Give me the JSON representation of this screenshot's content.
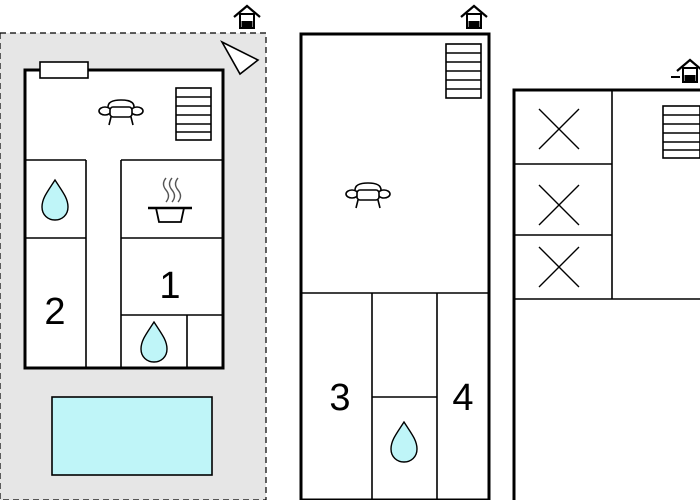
{
  "colors": {
    "wall": "#000000",
    "background": "#ffffff",
    "plot": "#e6e6e6",
    "pool": "#bff5f8",
    "water": "#bff5f8"
  },
  "icons": {
    "entrance": "house-entrance-icon",
    "stairs": "stairs-icon",
    "sofa": "sofa-icon",
    "water": "water-drop-icon",
    "kitchen": "cooking-pot-icon",
    "void": "void-cross-icon",
    "north": "north-arrow-icon",
    "pool": "swimming-pool"
  },
  "plans": {
    "ground": {
      "rooms": {
        "kitchen_bedroom": {
          "number": "1"
        },
        "left_bedroom": {
          "number": "2"
        }
      }
    },
    "first": {
      "rooms": {
        "left_bedroom": {
          "number": "3"
        },
        "right_bedroom": {
          "number": "4"
        }
      }
    },
    "second": {
      "void_count": 3
    }
  }
}
